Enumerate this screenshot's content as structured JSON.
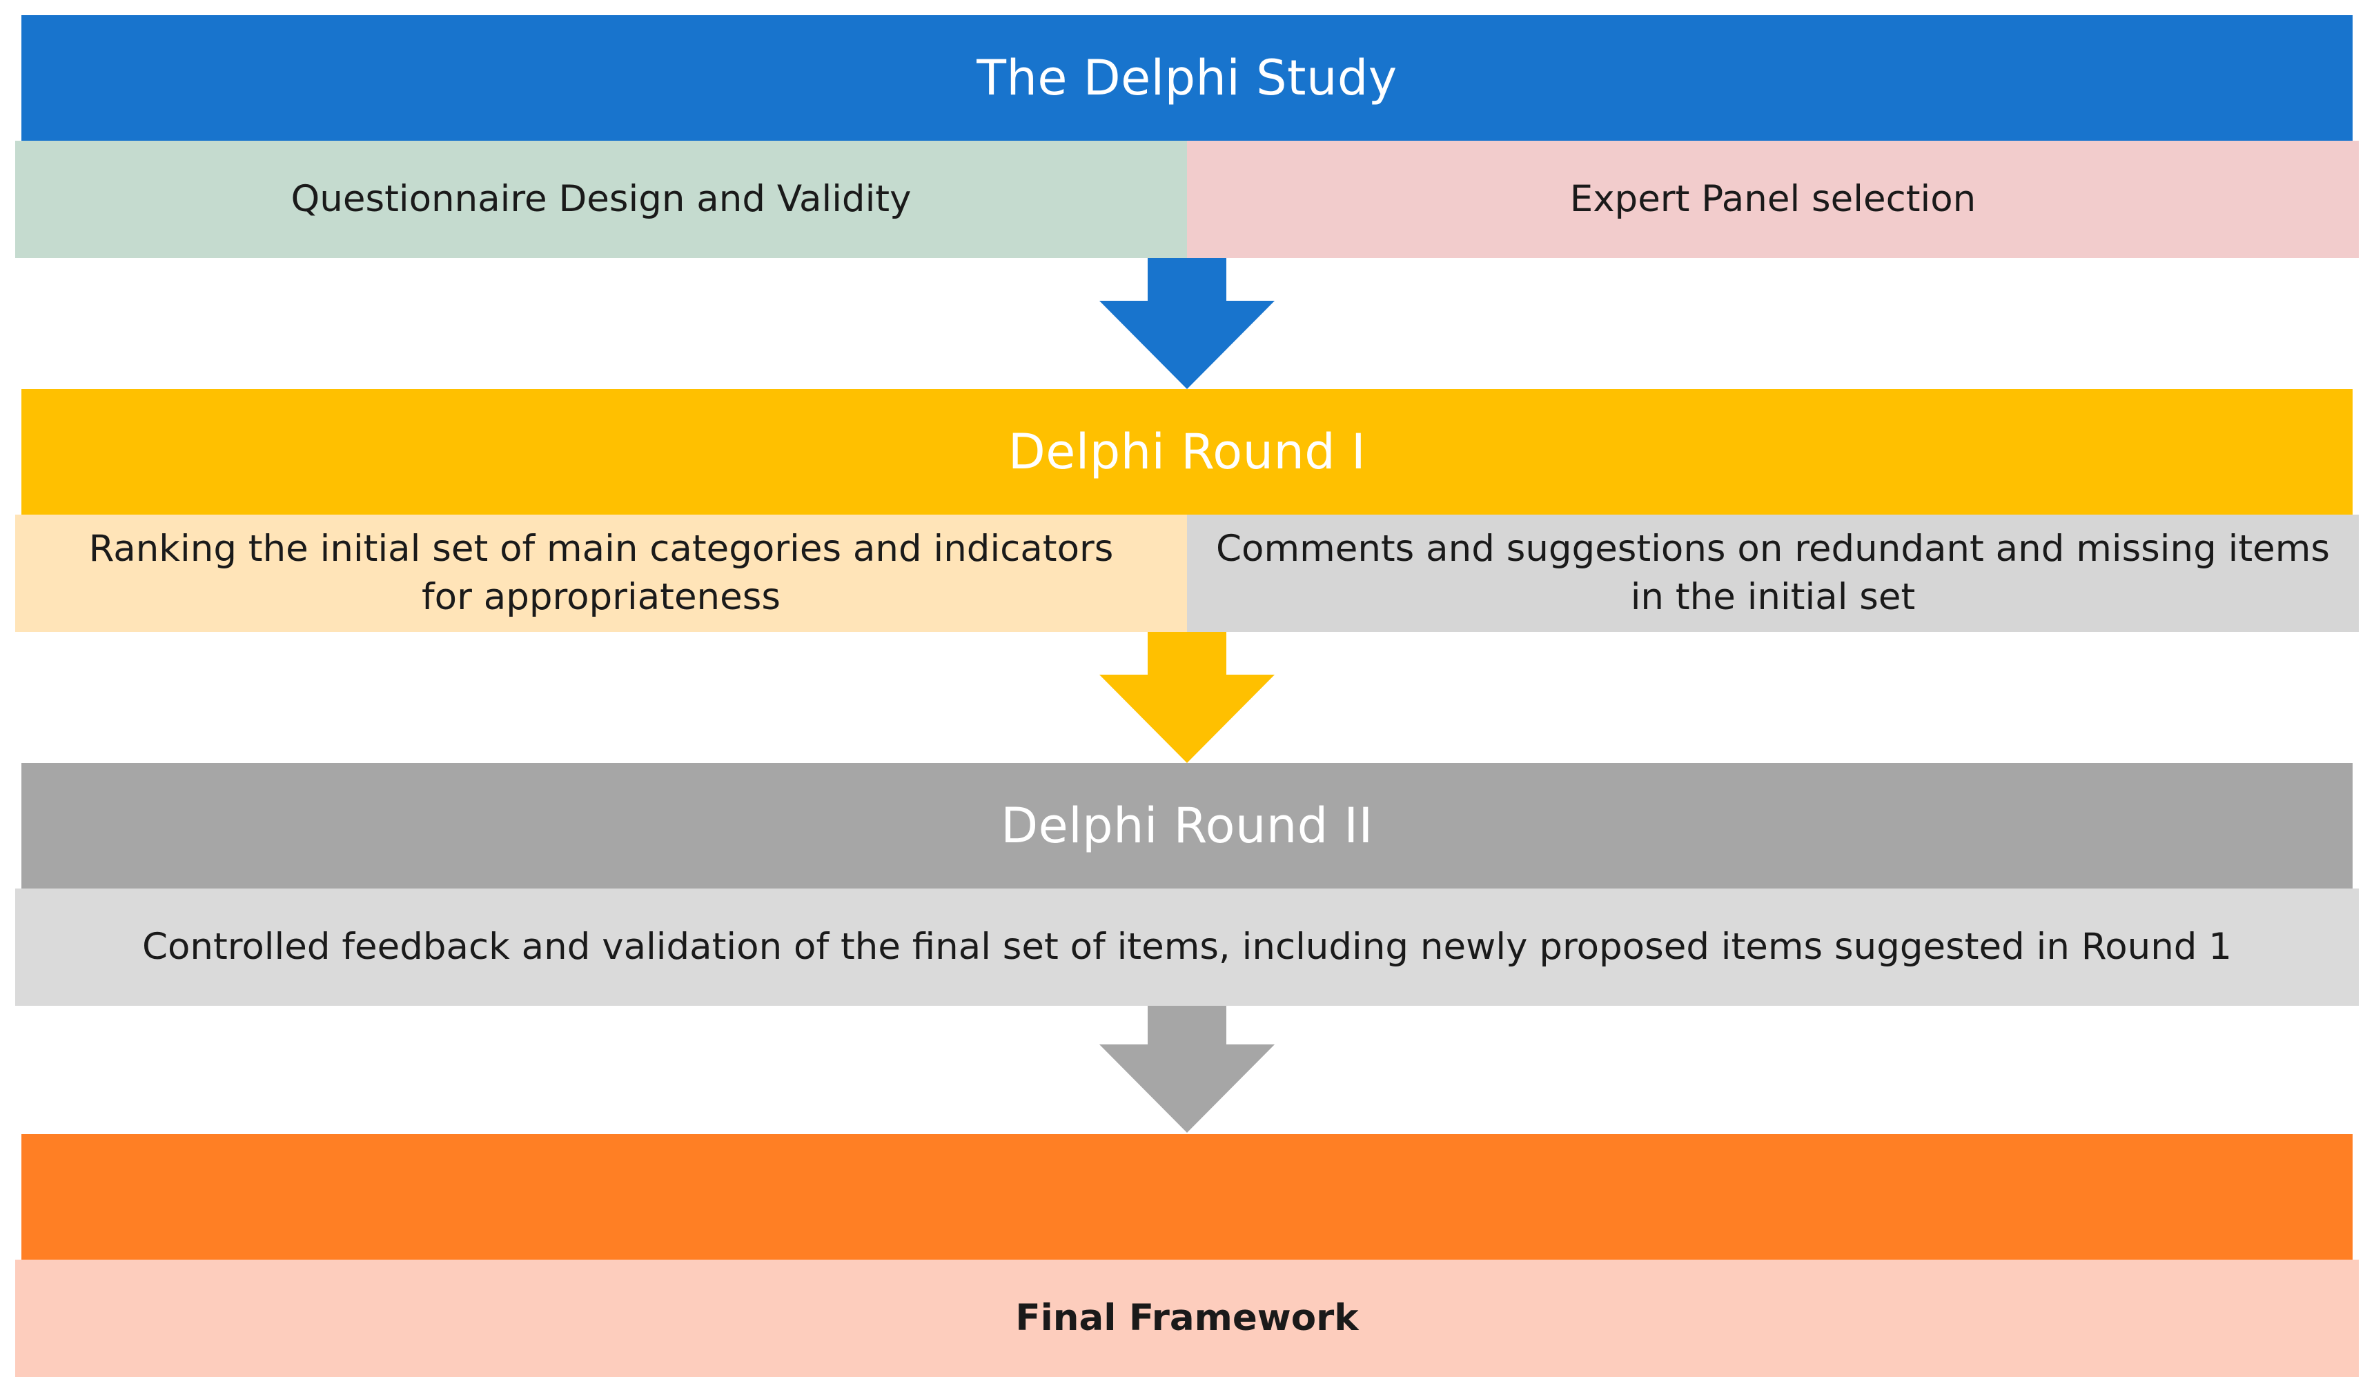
{
  "stages": [
    {
      "title": "The Delphi Study",
      "color": "#1874CD",
      "items": [
        {
          "text": "Questionnaire Design and Validity",
          "color": "#C5DBCF"
        },
        {
          "text": "Expert Panel selection",
          "color": "#F2CCCC"
        }
      ]
    },
    {
      "title": "Delphi Round I",
      "color": "#FFC000",
      "items": [
        {
          "text": "Ranking the initial set of main categories and indicators for appropriateness",
          "color": "#FFE4B8"
        },
        {
          "text": "Comments and suggestions on redundant and missing items in the initial set",
          "color": "#D6D6D6"
        }
      ]
    },
    {
      "title": "Delphi Round II",
      "color": "#A6A6A6",
      "items": [
        {
          "text": "Controlled feedback and validation of the final set of items, including newly proposed items suggested in Round 1",
          "color": "#DADADA"
        }
      ]
    },
    {
      "title": "",
      "color": "#FF7F24",
      "items": [
        {
          "text": "Final Framework",
          "color": "#FDCDBD"
        }
      ]
    }
  ],
  "arrow_colors": [
    "#1874CD",
    "#FFC000",
    "#A6A6A6"
  ]
}
